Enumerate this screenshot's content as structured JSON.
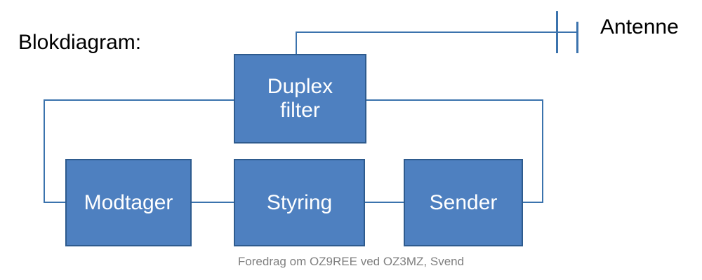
{
  "slide": {
    "title": "Blokdiagram:",
    "footer": "Foredrag om OZ9REE ved OZ3MZ, Svend"
  },
  "colors": {
    "block_fill": "#4e80c0",
    "block_border": "#2e5b8e",
    "block_text": "#ffffff",
    "wire": "#3b73ad",
    "title_text": "#000000",
    "footer_text": "#7f7f7f",
    "background": "#ffffff"
  },
  "blocks": [
    {
      "id": "duplex",
      "label": "Duplex\nfilter"
    },
    {
      "id": "modtager",
      "label": "Modtager"
    },
    {
      "id": "styring",
      "label": "Styring"
    },
    {
      "id": "sender",
      "label": "Sender"
    }
  ],
  "antenna": {
    "label": "Antenne",
    "symbol": "antenna-dipole-icon"
  },
  "connections": [
    {
      "from": "duplex",
      "to": "antenna",
      "style": "elbow-up-right"
    },
    {
      "from": "duplex",
      "to": "modtager",
      "style": "elbow-left-down"
    },
    {
      "from": "duplex",
      "to": "sender",
      "style": "elbow-right-down"
    },
    {
      "from": "modtager",
      "to": "styring",
      "style": "straight"
    },
    {
      "from": "styring",
      "to": "sender",
      "style": "straight"
    }
  ]
}
